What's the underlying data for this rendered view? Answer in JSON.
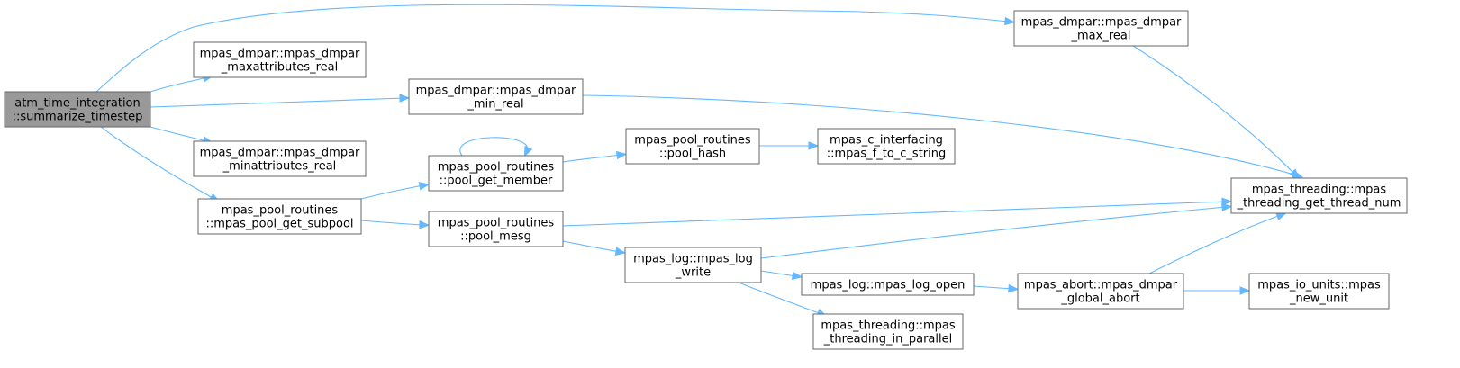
{
  "graph": {
    "edge_color": "#63b8ff",
    "nodes": [
      {
        "id": "root",
        "lines": [
          "atm_time_integration",
          "::summarize_timestep"
        ],
        "root": true
      },
      {
        "id": "maxattr",
        "lines": [
          "mpas_dmpar::mpas_dmpar",
          "_maxattributes_real"
        ]
      },
      {
        "id": "minreal",
        "lines": [
          "mpas_dmpar::mpas_dmpar",
          "_min_real"
        ]
      },
      {
        "id": "minattr",
        "lines": [
          "mpas_dmpar::mpas_dmpar",
          "_minattributes_real"
        ]
      },
      {
        "id": "getsub",
        "lines": [
          "mpas_pool_routines",
          "::mpas_pool_get_subpool"
        ]
      },
      {
        "id": "getmember",
        "lines": [
          "mpas_pool_routines",
          "::pool_get_member"
        ]
      },
      {
        "id": "mesg",
        "lines": [
          "mpas_pool_routines",
          "::pool_mesg"
        ]
      },
      {
        "id": "hash",
        "lines": [
          "mpas_pool_routines",
          "::pool_hash"
        ]
      },
      {
        "id": "ftoc",
        "lines": [
          "mpas_c_interfacing",
          "::mpas_f_to_c_string"
        ]
      },
      {
        "id": "maxreal",
        "lines": [
          "mpas_dmpar::mpas_dmpar",
          "_max_real"
        ]
      },
      {
        "id": "threadnum",
        "lines": [
          "mpas_threading::mpas",
          "_threading_get_thread_num"
        ]
      },
      {
        "id": "logwrite",
        "lines": [
          "mpas_log::mpas_log",
          "_write"
        ]
      },
      {
        "id": "logopen",
        "lines": [
          "mpas_log::mpas_log_open"
        ]
      },
      {
        "id": "inparallel",
        "lines": [
          "mpas_threading::mpas",
          "_threading_in_parallel"
        ]
      },
      {
        "id": "abort",
        "lines": [
          "mpas_abort::mpas_dmpar",
          "_global_abort"
        ]
      },
      {
        "id": "newunit",
        "lines": [
          "mpas_io_units::mpas",
          "_new_unit"
        ]
      }
    ],
    "edges": [
      [
        "root",
        "maxreal"
      ],
      [
        "root",
        "maxattr"
      ],
      [
        "root",
        "minreal"
      ],
      [
        "root",
        "minattr"
      ],
      [
        "root",
        "getsub"
      ],
      [
        "getsub",
        "getmember"
      ],
      [
        "getsub",
        "mesg"
      ],
      [
        "getmember",
        "getmember"
      ],
      [
        "getmember",
        "hash"
      ],
      [
        "hash",
        "ftoc"
      ],
      [
        "minreal",
        "threadnum"
      ],
      [
        "maxreal",
        "threadnum"
      ],
      [
        "mesg",
        "threadnum"
      ],
      [
        "mesg",
        "logwrite"
      ],
      [
        "logwrite",
        "threadnum"
      ],
      [
        "logwrite",
        "logopen"
      ],
      [
        "logwrite",
        "inparallel"
      ],
      [
        "logopen",
        "abort"
      ],
      [
        "abort",
        "threadnum"
      ],
      [
        "abort",
        "newunit"
      ]
    ]
  }
}
